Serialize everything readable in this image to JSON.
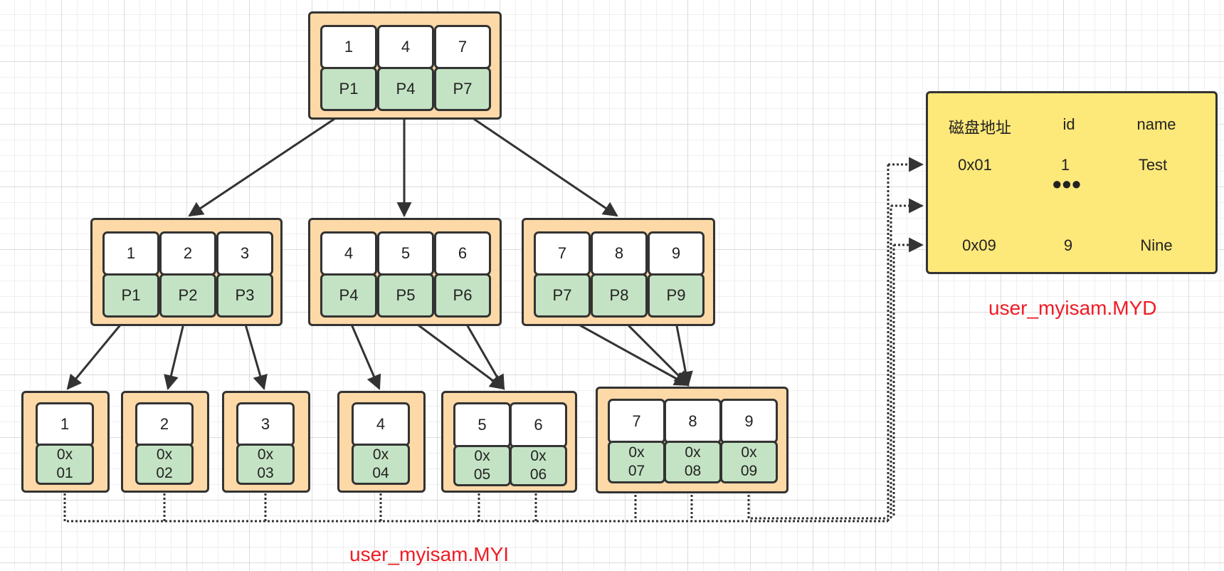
{
  "index_file": {
    "label": "user_myisam.MYI",
    "root": {
      "keys": [
        "1",
        "4",
        "7"
      ],
      "pointers": [
        "P1",
        "P4",
        "P7"
      ]
    },
    "internal": [
      {
        "keys": [
          "1",
          "2",
          "3"
        ],
        "pointers": [
          "P1",
          "P2",
          "P3"
        ]
      },
      {
        "keys": [
          "4",
          "5",
          "6"
        ],
        "pointers": [
          "P4",
          "P5",
          "P6"
        ]
      },
      {
        "keys": [
          "7",
          "8",
          "9"
        ],
        "pointers": [
          "P7",
          "P8",
          "P9"
        ]
      }
    ],
    "leaves": [
      {
        "keys": [
          "1"
        ],
        "addresses": [
          "0x\n01"
        ]
      },
      {
        "keys": [
          "2"
        ],
        "addresses": [
          "0x\n02"
        ]
      },
      {
        "keys": [
          "3"
        ],
        "addresses": [
          "0x\n03"
        ]
      },
      {
        "keys": [
          "4"
        ],
        "addresses": [
          "0x\n04"
        ]
      },
      {
        "keys": [
          "5",
          "6"
        ],
        "addresses": [
          "0x\n05",
          "0x\n06"
        ]
      },
      {
        "keys": [
          "7",
          "8",
          "9"
        ],
        "addresses": [
          "0x\n07",
          "0x\n08",
          "0x\n09"
        ]
      }
    ]
  },
  "data_file": {
    "label": "user_myisam.MYD",
    "columns": [
      "磁盘地址",
      "id",
      "name"
    ],
    "rows": [
      [
        "0x01",
        "1",
        "Test"
      ],
      [
        "0x09",
        "9",
        "Nine"
      ]
    ],
    "ellipsis": "•••"
  },
  "colors": {
    "node_fill": "#fdd9a8",
    "key_fill": "#ffffff",
    "pointer_fill": "#c4e3c4",
    "table_fill": "#fde87a",
    "caption": "#ee1c25",
    "stroke": "#333333"
  }
}
